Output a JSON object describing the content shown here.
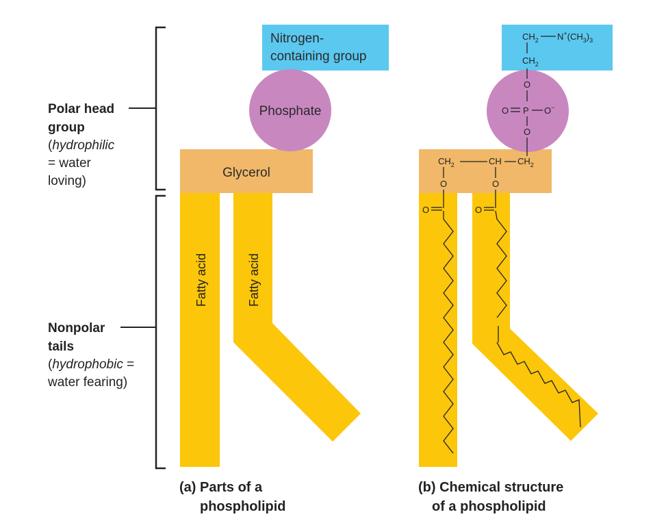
{
  "left_labels": {
    "polar": {
      "title_line1": "Polar head",
      "title_line2": "group",
      "desc_line1": "hydrophilic",
      "desc_line2": "= water",
      "desc_line3": "loving)"
    },
    "nonpolar": {
      "title_line1": "Nonpolar",
      "title_line2": "tails",
      "desc_line1": "hydrophobic",
      "desc_line1_suffix": " =",
      "desc_line2": "water fearing)"
    }
  },
  "panel_a": {
    "nitrogen_line1": "Nitrogen-",
    "nitrogen_line2": "containing group",
    "phosphate": "Phosphate",
    "glycerol": "Glycerol",
    "fatty_acid_1": "Fatty acid",
    "fatty_acid_2": "Fatty acid",
    "caption_line1": "(a) Parts of a",
    "caption_line2": "phospholipid"
  },
  "panel_b": {
    "caption_line1": "(b) Chemical structure",
    "caption_line2": "of a phospholipid",
    "chem": {
      "ch2": "CH",
      "sub2": "2",
      "n_plus": "N",
      "plus": "+",
      "ch3": "(CH",
      "sub3": "3",
      "close3": ")",
      "o": "O",
      "p": "P",
      "o_minus": "O",
      "minus": "−",
      "ch": "CH"
    }
  },
  "colors": {
    "cyan": "#5bc8f0",
    "purple": "#c987c0",
    "orange": "#f0b868",
    "yellow": "#fcc60a",
    "line": "#222222"
  }
}
